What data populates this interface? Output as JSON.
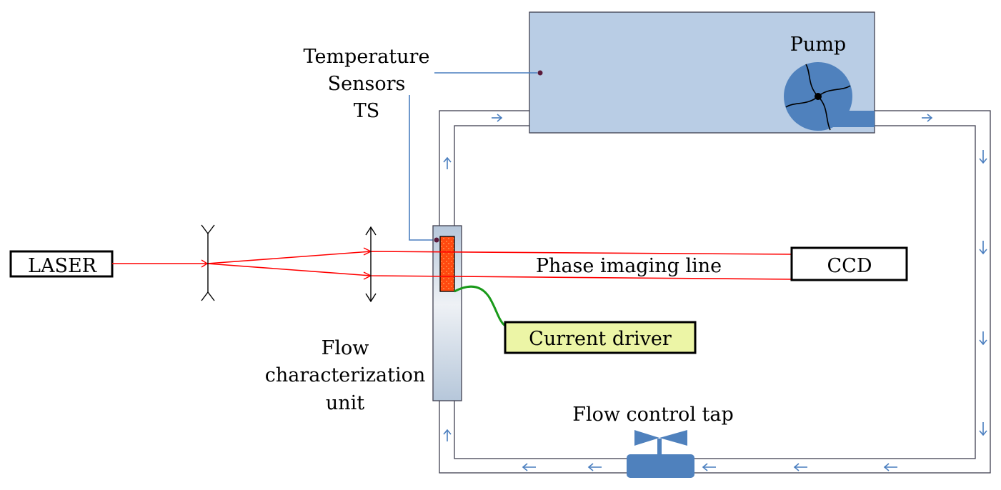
{
  "labels": {
    "laser": "LASER",
    "ccd": "CCD",
    "current_driver": "Current driver",
    "pump": "Pump",
    "phase_imaging_line": "Phase imaging line",
    "temperature_sensors": [
      "Temperature",
      "Sensors",
      "TS"
    ],
    "flow_unit": [
      "Flow",
      "characterization",
      "unit"
    ],
    "flow_control_tap": "Flow control tap"
  },
  "colors": {
    "beam": "#ff0000",
    "pipe": "#404050",
    "arrow": "#4a7ebf",
    "tank_fill": "#b9cde5",
    "pump_fill": "#4f81bd",
    "driver_fill": "#ecf5a6",
    "heater_fill": "#ff4010",
    "green_wire": "#1a9a1a"
  }
}
